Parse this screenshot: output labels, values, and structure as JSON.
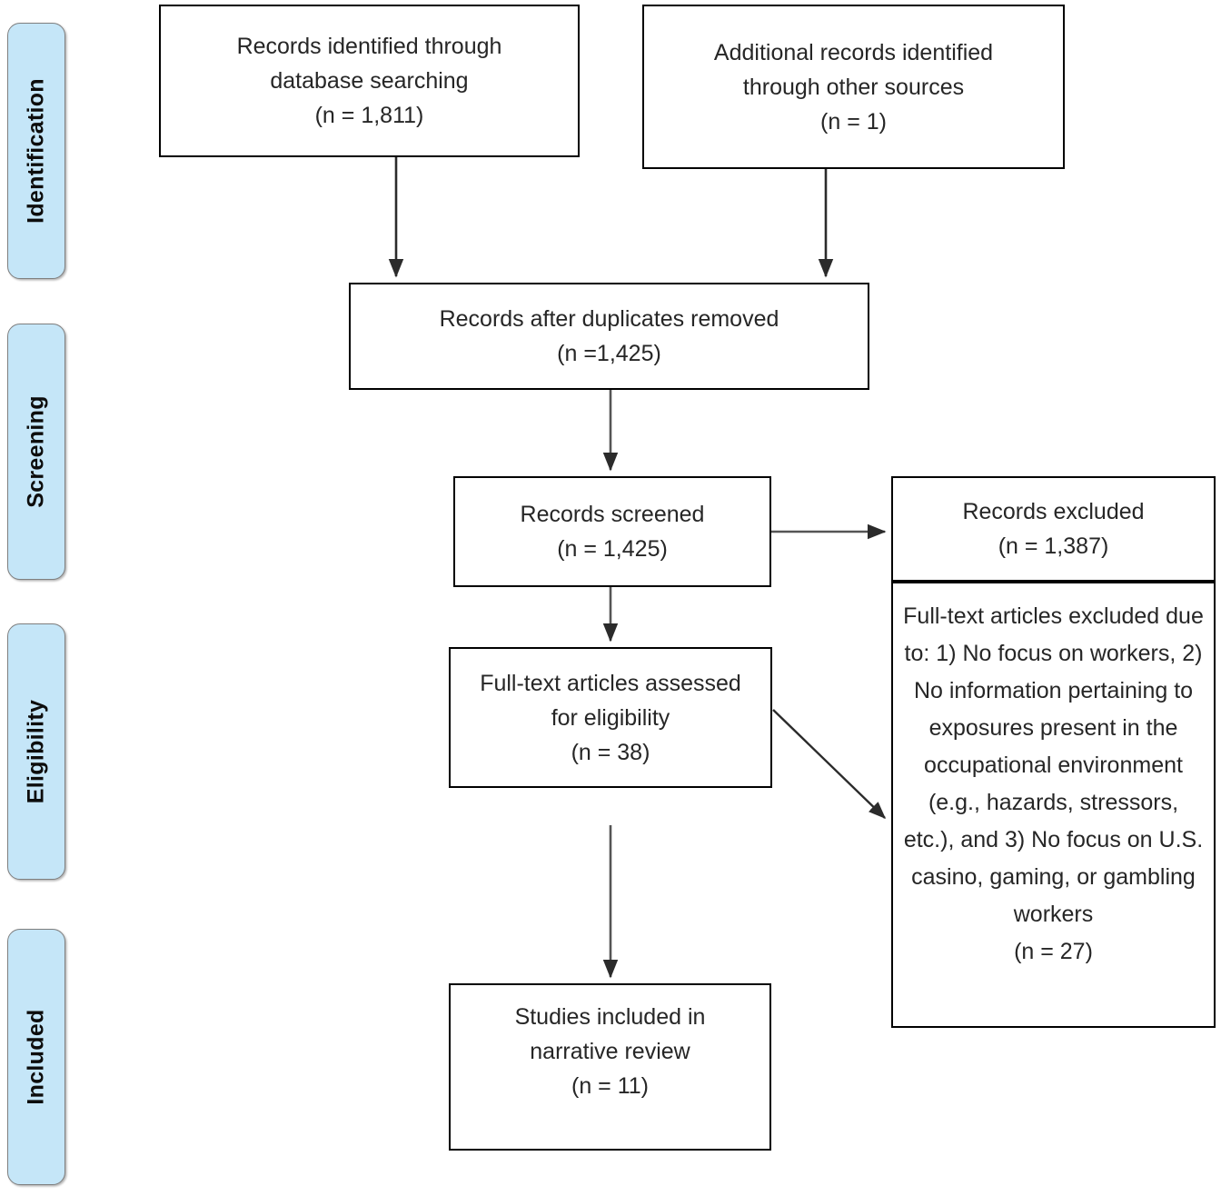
{
  "diagram": {
    "type": "prisma-flow-diagram",
    "stages": [
      {
        "id": "identification",
        "label": "Identification"
      },
      {
        "id": "screening",
        "label": "Screening"
      },
      {
        "id": "eligibility",
        "label": "Eligibility"
      },
      {
        "id": "included",
        "label": "Included"
      }
    ],
    "boxes": [
      {
        "id": "records-identified-database",
        "text": "Records identified through\ndatabase searching\n(n = 1,811)"
      },
      {
        "id": "additional-records-other-sources",
        "text": "Additional records identified\nthrough other sources\n(n = 1)"
      },
      {
        "id": "records-after-duplicates-removed",
        "text": "Records after duplicates removed\n(n =1,425)"
      },
      {
        "id": "records-screened",
        "text": "Records screened\n(n = 1,425)"
      },
      {
        "id": "records-excluded",
        "text": "Records excluded\n(n = 1,387)"
      },
      {
        "id": "full-text-articles-assessed",
        "text": "Full-text articles assessed\nfor eligibility\n(n = 38)"
      },
      {
        "id": "full-text-articles-excluded",
        "text": "Full-text articles excluded due to: 1) No focus on workers, 2) No information pertaining to exposures present in the occupational environment (e.g., hazards, stressors, etc.), and 3) No focus on U.S. casino, gaming, or gambling workers\n(n =  27)"
      },
      {
        "id": "studies-included",
        "text": "Studies included in\nnarrative review\n(n = 11)"
      }
    ],
    "colors": {
      "stage_fill": "#c5e6f8",
      "stage_border": "#7f7f7f",
      "box_border": "#000000",
      "text": "#262626",
      "arrow": "#404040",
      "background": "#ffffff"
    }
  }
}
